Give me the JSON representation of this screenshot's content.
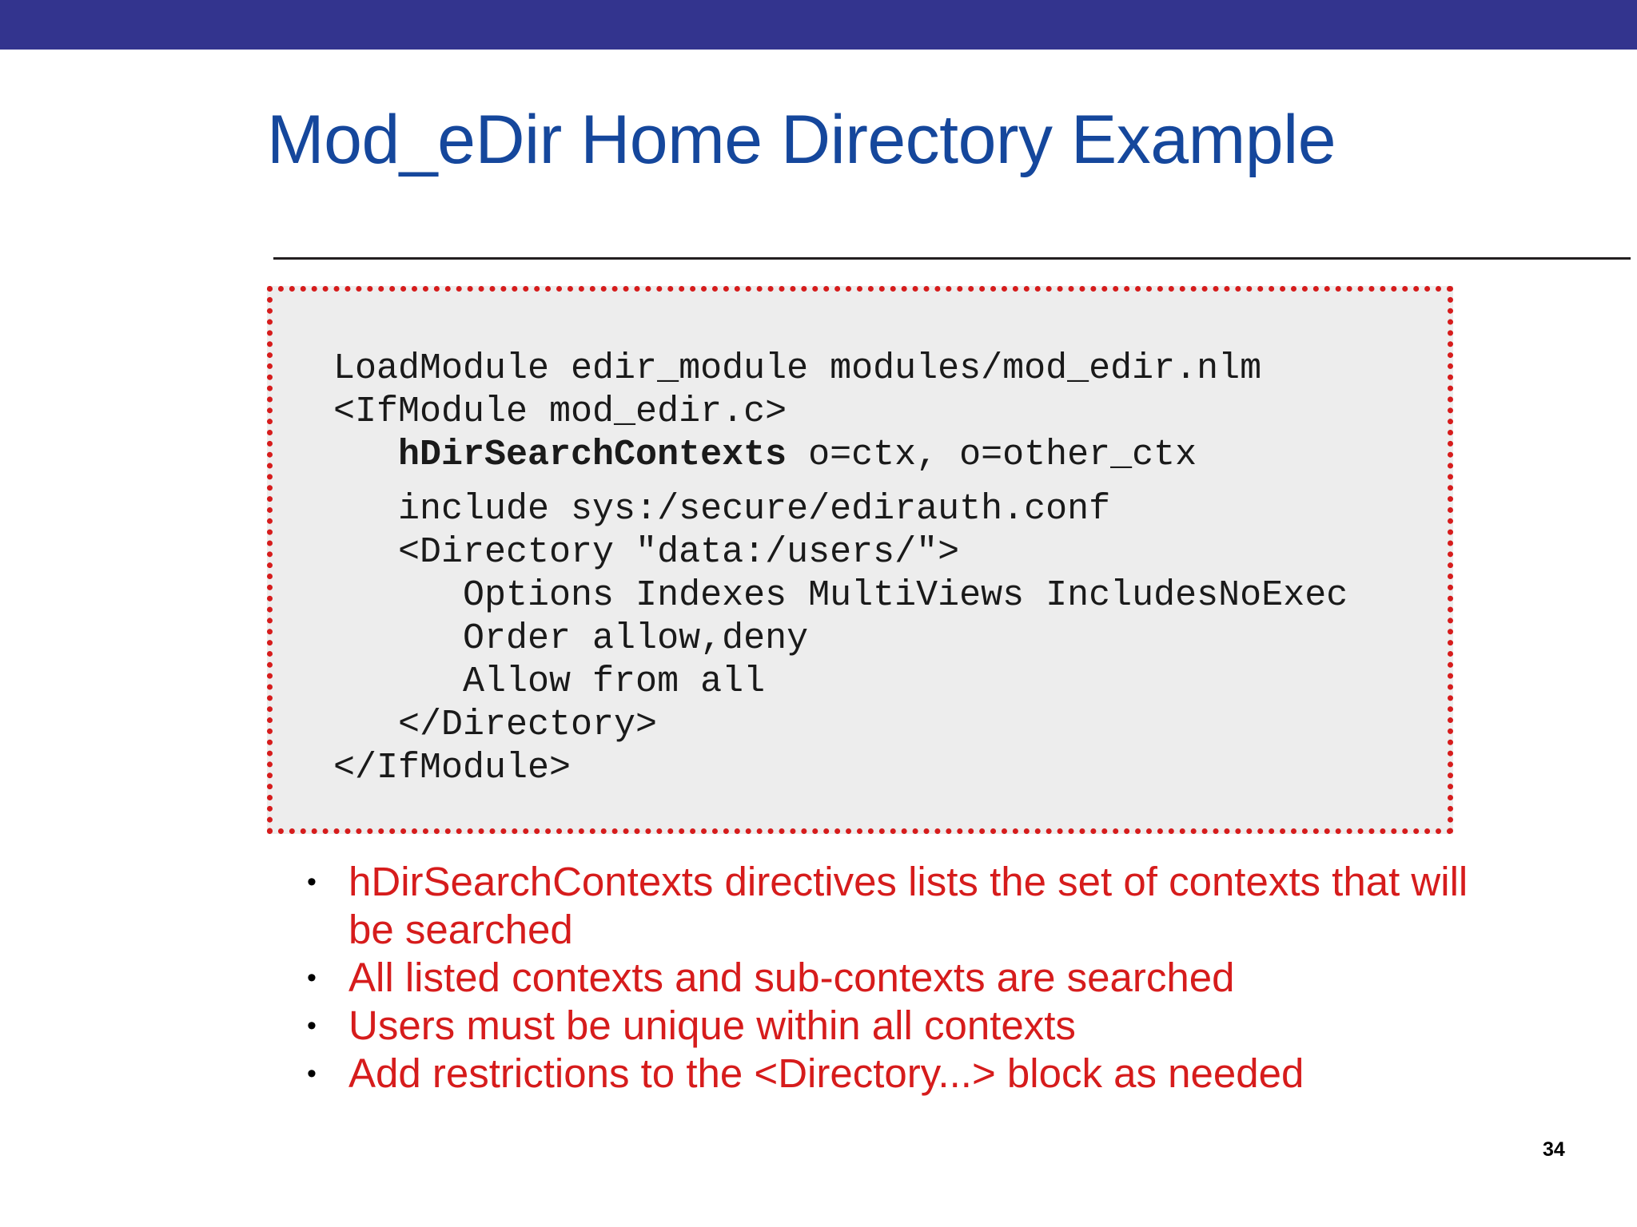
{
  "slide": {
    "title": "Mod_eDir Home Directory Example",
    "page_number": "34",
    "accent_colors": {
      "title_blue": "#15479c",
      "top_bar": "#33348e",
      "bullet_red": "#d61c1c",
      "code_background": "#ededed",
      "code_border": "#d61c1c",
      "bottom_cyan": "#cdfbfb",
      "bottom_mid_blue": "#99c7f7",
      "bottom_navy": "#0b0b7a"
    }
  },
  "code_block": {
    "lines": [
      {
        "text": "LoadModule edir_module modules/mod_edir.nlm",
        "bold_prefix": "",
        "gap": false
      },
      {
        "text": "<IfModule mod_edir.c>",
        "bold_prefix": "",
        "gap": false
      },
      {
        "text": "   hDirSearchContexts o=ctx, o=other_ctx",
        "bold_prefix": "   hDirSearchContexts",
        "gap": false
      },
      {
        "text": "   include sys:/secure/edirauth.conf",
        "bold_prefix": "",
        "gap": true
      },
      {
        "text": "   <Directory \"data:/users/\">",
        "bold_prefix": "",
        "gap": false
      },
      {
        "text": "      Options Indexes MultiViews IncludesNoExec",
        "bold_prefix": "",
        "gap": false
      },
      {
        "text": "      Order allow,deny",
        "bold_prefix": "",
        "gap": false
      },
      {
        "text": "      Allow from all",
        "bold_prefix": "",
        "gap": false
      },
      {
        "text": "   </Directory>",
        "bold_prefix": "",
        "gap": false
      },
      {
        "text": "</IfModule>",
        "bold_prefix": "",
        "gap": false
      }
    ]
  },
  "bullets": {
    "marker": "•",
    "items": [
      {
        "text": "hDirSearchContexts directives lists the set of contexts that will be searched"
      },
      {
        "text": "All listed contexts and sub-contexts are searched"
      },
      {
        "text": "Users must be unique within all contexts"
      },
      {
        "text": "Add restrictions to the <Directory...> block as needed"
      }
    ]
  }
}
